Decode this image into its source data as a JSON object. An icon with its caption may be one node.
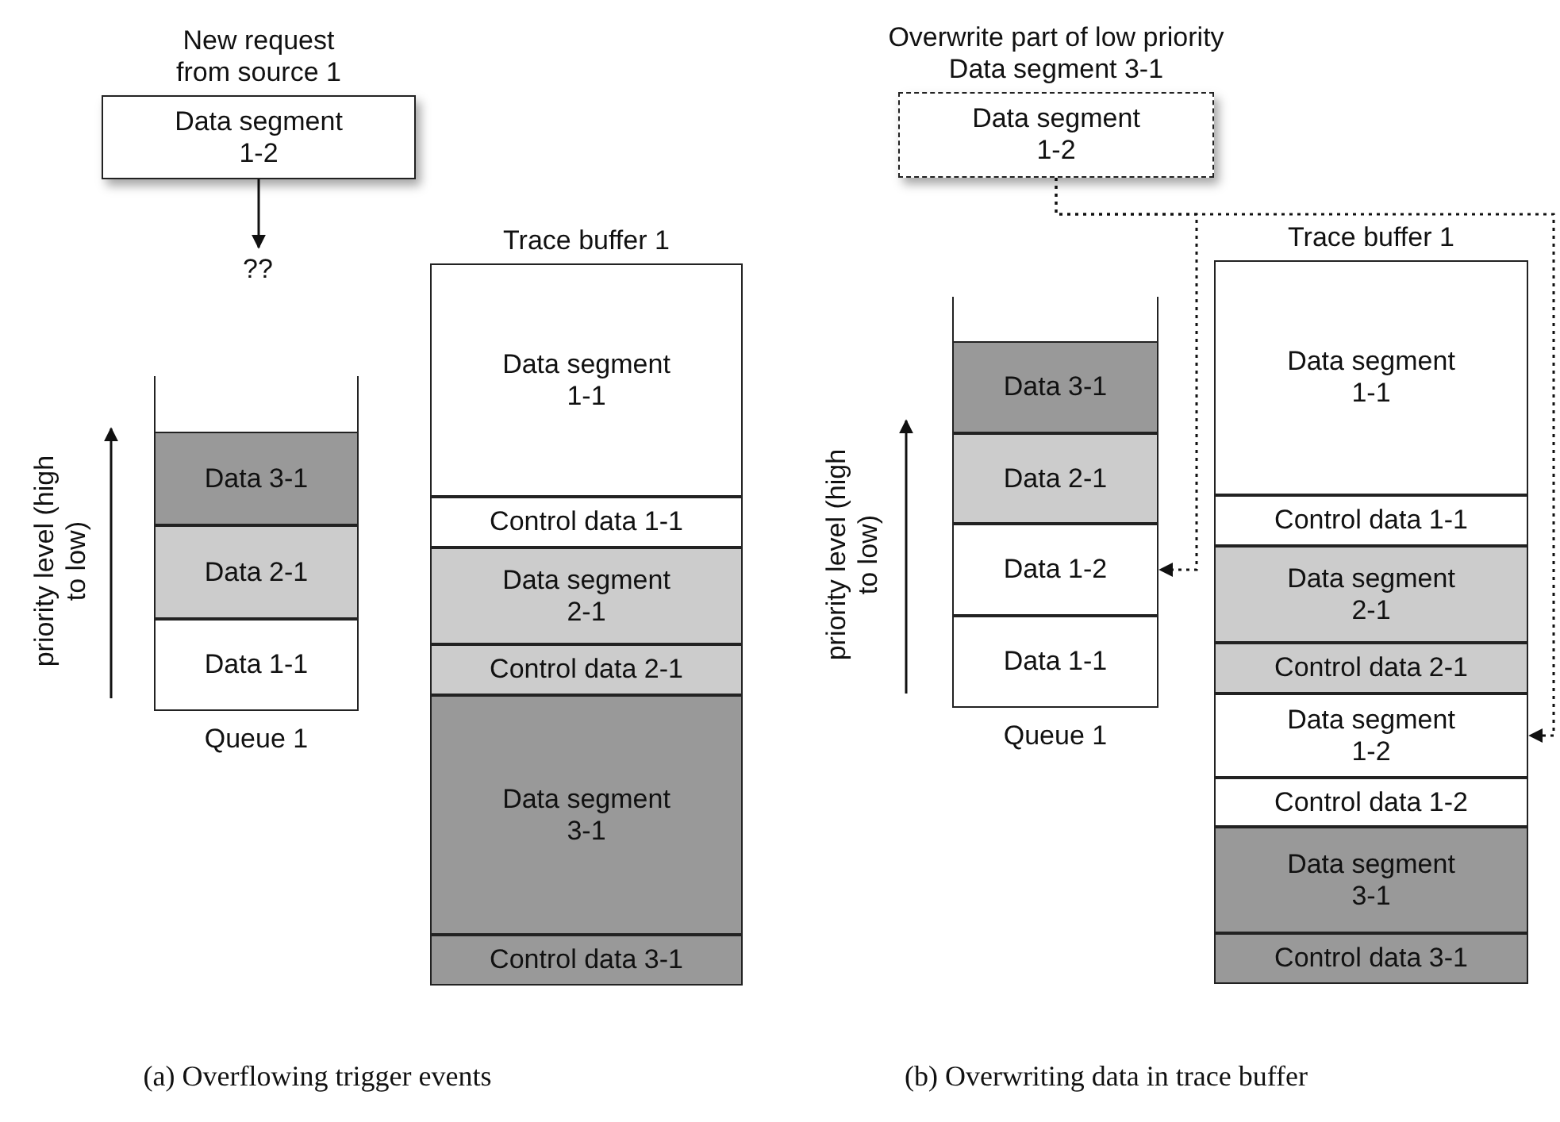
{
  "diagram": {
    "nodes": [
      {
        "text": [
          "New request from source 1",
          "Data segment 1-2"
        ]
      },
      {
        "text": [
          "??"
        ]
      },
      {
        "text": [
          "Queue 1"
        ]
      },
      {
        "text": [
          "Data 3-1"
        ],
        "in": 2
      },
      {
        "text": [
          "Data 2-1"
        ],
        "in": 2
      },
      {
        "text": [
          "Data 1-1"
        ],
        "in": 2
      },
      {
        "text": [
          "Trace buffer 1"
        ]
      },
      {
        "text": [
          "Data segment 1-1"
        ],
        "in": 6
      },
      {
        "text": [
          "Control data 1-1"
        ],
        "in": 6
      },
      {
        "text": [
          "Data segment 2-1"
        ],
        "in": 6
      },
      {
        "text": [
          "Control data 2-1"
        ],
        "in": 6
      },
      {
        "text": [
          "Data segment 3-1"
        ],
        "in": 6
      },
      {
        "text": [
          "Control data 3-1"
        ],
        "in": 6
      },
      {
        "text": [
          "Overwrite part of low priority Data segment 3-1",
          "Data segment 1-2"
        ]
      },
      {
        "text": [
          "Queue 1"
        ]
      },
      {
        "text": [
          "Data 3-1"
        ],
        "in": 14
      },
      {
        "text": [
          "Data 2-1"
        ],
        "in": 14
      },
      {
        "text": [
          "Data 1-2"
        ],
        "in": 14
      },
      {
        "text": [
          "Data 1-1"
        ],
        "in": 14
      },
      {
        "text": [
          "Trace buffer 1"
        ]
      },
      {
        "text": [
          "Data segment 1-1"
        ],
        "in": 19
      },
      {
        "text": [
          "Control data 1-1"
        ],
        "in": 19
      },
      {
        "text": [
          "Data segment 2-1"
        ],
        "in": 19
      },
      {
        "text": [
          "Control data 2-1"
        ],
        "in": 19
      },
      {
        "text": [
          "Data segment 1-2"
        ],
        "in": 19
      },
      {
        "text": [
          "Control data 1-2"
        ],
        "in": 19
      },
      {
        "text": [
          "Data segment 3-1"
        ],
        "in": 19
      },
      {
        "text": [
          "Control data 3-1"
        ],
        "in": 19
      }
    ],
    "edges": [
      {
        "from": 0,
        "to": 1,
        "arrow": "to"
      },
      {
        "from": 13,
        "to": 17,
        "arrow": "to",
        "style": "dashed"
      },
      {
        "from": 13,
        "to": 24,
        "arrow": "to",
        "style": "dashed"
      }
    ],
    "labels": [
      "priority level (high to low)",
      "priority level (high to low)",
      "(a) Overflowing trigger events",
      "(b) Overwriting data in trace buffer"
    ]
  }
}
